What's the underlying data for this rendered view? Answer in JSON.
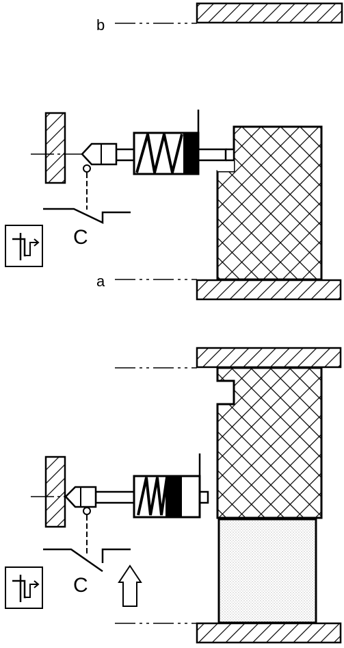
{
  "labels": {
    "level_b": "b",
    "level_a": "a",
    "contact_top": "C",
    "contact_bottom": "C"
  },
  "colors": {
    "line": "#000000",
    "background": "#ffffff",
    "dotted_fill": "#e9e9e9"
  },
  "icons": [
    "position-switch-symbol-icon",
    "upward-motion-arrow-icon"
  ]
}
